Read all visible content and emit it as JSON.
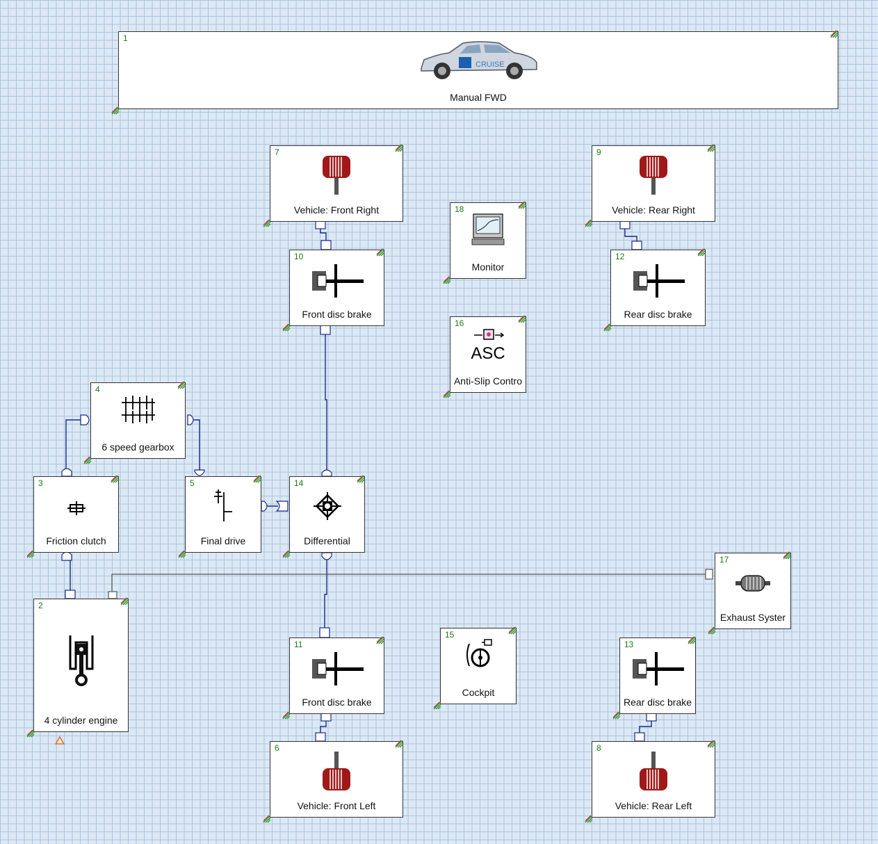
{
  "vehicle": {
    "number": "1",
    "label": "Manual FWD",
    "car_badge": "CRUISE"
  },
  "components": {
    "engine": {
      "number": "2",
      "label": "4 cylinder engine",
      "icon": "piston-icon"
    },
    "clutch": {
      "number": "3",
      "label": "Friction clutch",
      "icon": "clutch-icon"
    },
    "gearbox": {
      "number": "4",
      "label": "6 speed gearbox",
      "icon": "gearbox-icon"
    },
    "final_drive": {
      "number": "5",
      "label": "Final drive",
      "icon": "final-drive-icon"
    },
    "wheel_fl": {
      "number": "6",
      "label": "Vehicle: Front Left",
      "icon": "wheel-icon"
    },
    "wheel_fr": {
      "number": "7",
      "label": "Vehicle: Front Right",
      "icon": "wheel-icon"
    },
    "wheel_rl": {
      "number": "8",
      "label": "Vehicle: Rear Left",
      "icon": "wheel-icon"
    },
    "wheel_rr": {
      "number": "9",
      "label": "Vehicle: Rear Right",
      "icon": "wheel-icon"
    },
    "brake_fr": {
      "number": "10",
      "label": "Front disc brake",
      "icon": "disc-brake-icon"
    },
    "brake_fl": {
      "number": "11",
      "label": "Front disc brake",
      "icon": "disc-brake-icon"
    },
    "brake_rr": {
      "number": "12",
      "label": "Rear disc brake",
      "icon": "disc-brake-icon"
    },
    "brake_rl": {
      "number": "13",
      "label": "Rear disc brake",
      "icon": "disc-brake-icon"
    },
    "differential": {
      "number": "14",
      "label": "Differential",
      "icon": "differential-icon"
    },
    "cockpit": {
      "number": "15",
      "label": "Cockpit",
      "icon": "steering-wheel-icon"
    },
    "asc": {
      "number": "16",
      "label": "Anti-Slip Contro",
      "icon": "asc-icon",
      "icon_text": "ASC"
    },
    "exhaust": {
      "number": "17",
      "label": "Exhaust Syster",
      "icon": "exhaust-icon"
    },
    "monitor": {
      "number": "18",
      "label": "Monitor",
      "icon": "monitor-icon"
    }
  },
  "colors": {
    "wire_mechanical": "#1a2a8a",
    "wire_signal": "#555555",
    "number_text": "#1a7a1a",
    "wheel_red": "#a01818"
  }
}
